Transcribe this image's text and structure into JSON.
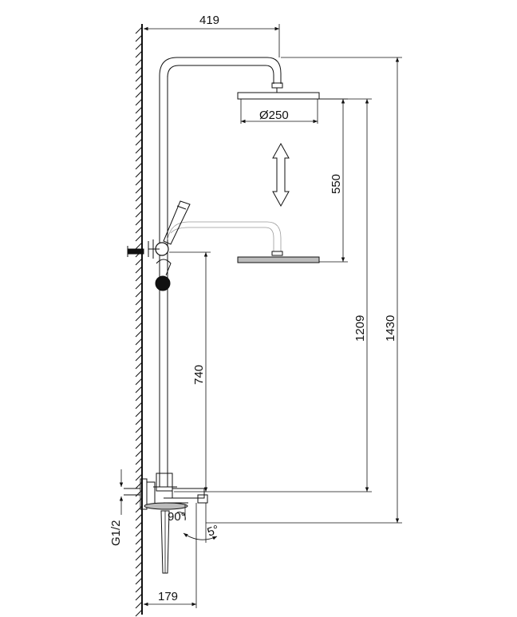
{
  "dimensions": {
    "top_width": "419",
    "head_diameter": "Ø250",
    "slide_travel": "550",
    "inlet_to_head_low": "1209",
    "total_height": "1430",
    "holder_height": "740",
    "spout_angle": "90°",
    "tilt_angle": "5°",
    "bottom_depth": "179",
    "thread": "G1/2"
  }
}
